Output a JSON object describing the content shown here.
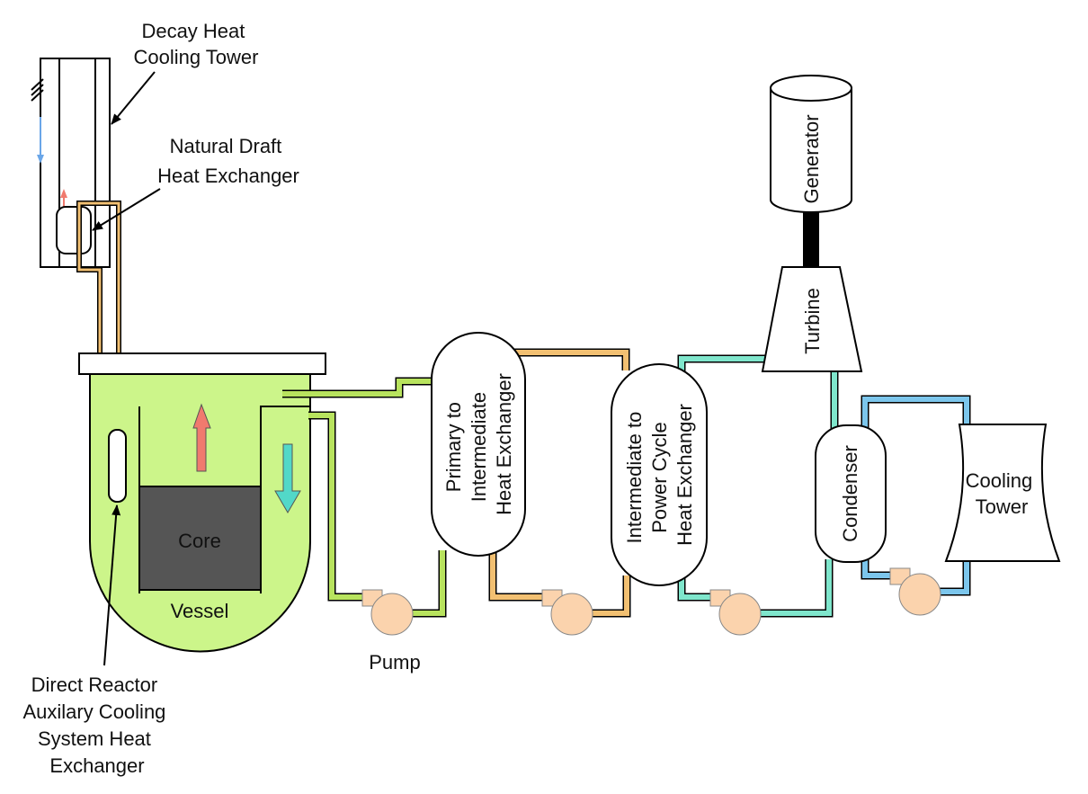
{
  "labels": {
    "decay_heat_tower": [
      "Decay Heat",
      "Cooling Tower"
    ],
    "natural_draft_hx": [
      "Natural Draft",
      "Heat Exchanger"
    ],
    "draccs_hx": [
      "Direct Reactor",
      "Auxilary Cooling",
      "System Heat",
      "Exchanger"
    ],
    "core": "Core",
    "vessel": "Vessel",
    "pump": "Pump",
    "primary_hx": [
      "Primary to",
      "Intermediate",
      "Heat Exchanger"
    ],
    "intermediate_hx": [
      "Intermediate to",
      "Power Cycle",
      "Heat Exchanger"
    ],
    "generator": "Generator",
    "turbine": "Turbine",
    "condenser": "Condenser",
    "cooling_tower": [
      "Cooling",
      "Tower"
    ]
  },
  "colors": {
    "primary_coolant": "#ccf58a",
    "primary_pipe": "#b8e35e",
    "intermediate_pipe": "#f2c072",
    "power_cycle_pipe": "#7fe6cc",
    "cooling_water_pipe": "#7cc6ec",
    "pump_fill": "#fbd3ad",
    "core_fill": "#555555",
    "up_arrow": "#f07a6e",
    "down_arrow": "#52d8c8"
  }
}
